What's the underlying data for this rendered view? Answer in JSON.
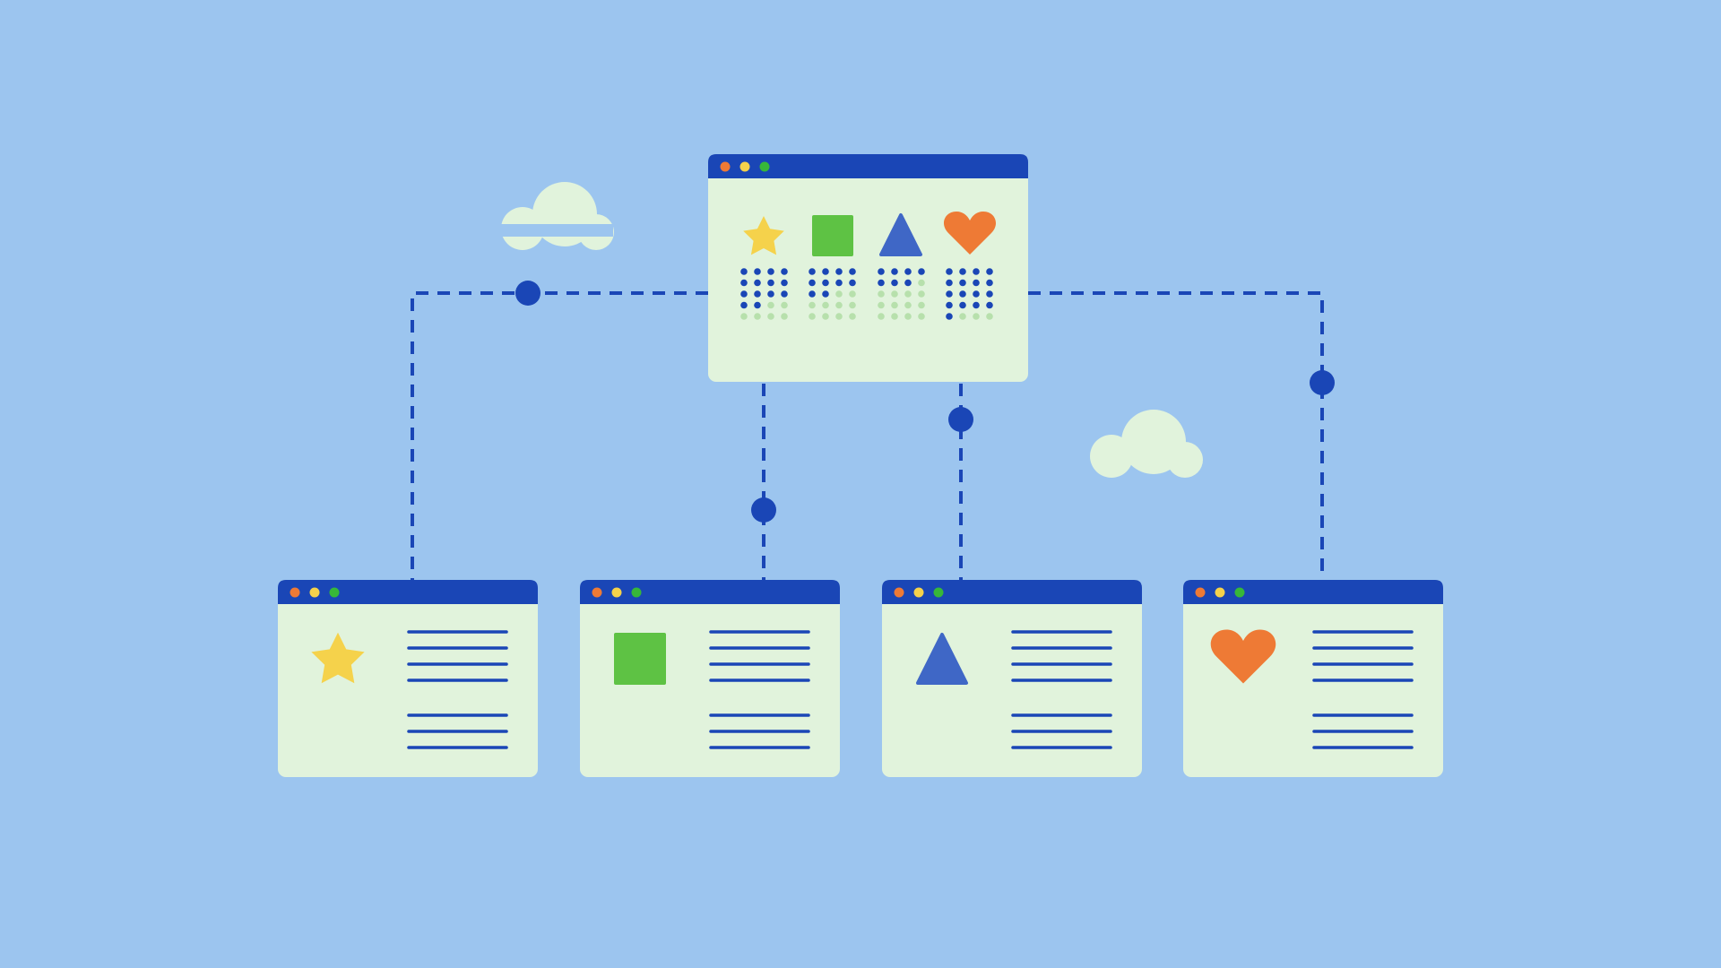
{
  "colors": {
    "background": "#9cc5ef",
    "window_body": "#e1f3dc",
    "title_bar": "#1a46b6",
    "connector": "#1a46b6",
    "dot_red": "#ee7a35",
    "dot_yellow": "#f5d24b",
    "dot_green": "#37b739",
    "cloud": "#e1f3dc",
    "text_line": "#1a46b6",
    "star": "#f5d24b",
    "square": "#5ec244",
    "triangle": "#3f67c6",
    "heart": "#ee7a35",
    "grid_on": "#1a46b6",
    "grid_off": "#b7e0ac"
  },
  "hub_window": {
    "icons": [
      "star-icon",
      "square-icon",
      "triangle-icon",
      "heart-icon"
    ],
    "dot_grid_filled": [
      14,
      10,
      7,
      17
    ]
  },
  "child_windows": [
    {
      "id": "star",
      "icon": "star-icon"
    },
    {
      "id": "square",
      "icon": "square-icon"
    },
    {
      "id": "triangle",
      "icon": "triangle-icon"
    },
    {
      "id": "heart",
      "icon": "heart-icon"
    }
  ],
  "clouds": [
    "cloud-left",
    "cloud-right"
  ]
}
